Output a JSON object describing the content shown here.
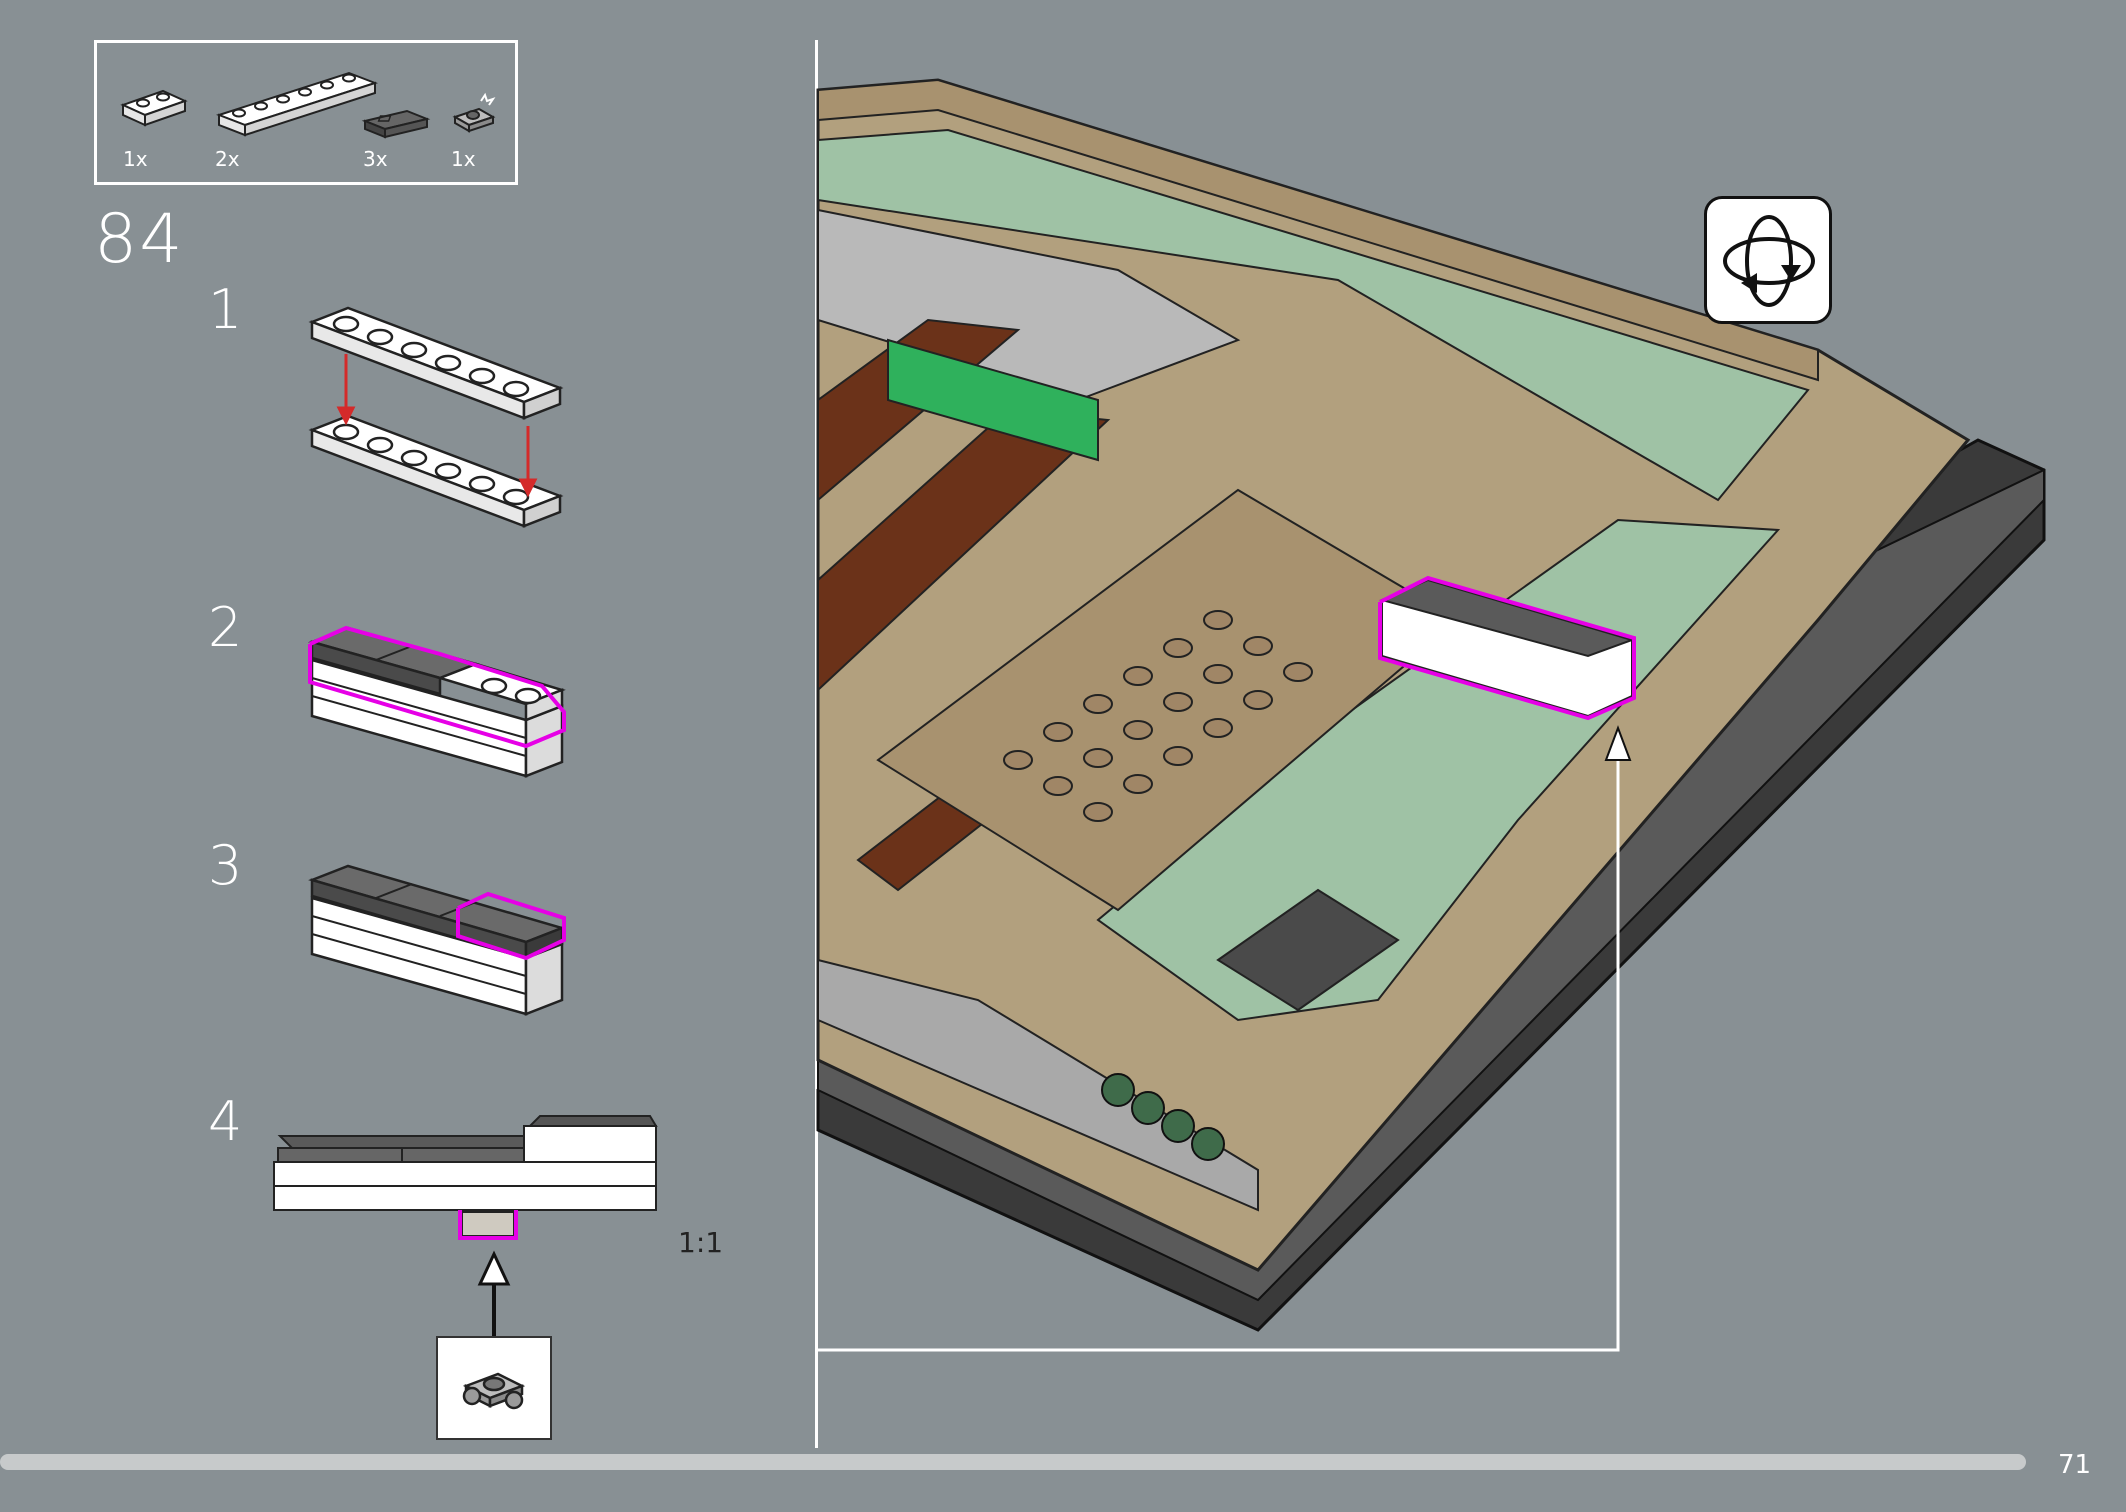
{
  "parts_list": {
    "items": [
      {
        "qty": "1x",
        "part": "white-plate-1x2-icon"
      },
      {
        "qty": "2x",
        "part": "white-plate-1x6-icon"
      },
      {
        "qty": "3x",
        "part": "dark-gray-tile-1x2-icon"
      },
      {
        "qty": "1x",
        "part": "plate-with-clip-icon"
      }
    ]
  },
  "step": {
    "number": "84"
  },
  "substeps": [
    {
      "number": "1"
    },
    {
      "number": "2"
    },
    {
      "number": "3"
    },
    {
      "number": "4"
    }
  ],
  "scale_label": "1:1",
  "page_number": "71",
  "colors": {
    "background": "#889094",
    "highlight": "#e600e6",
    "arrow": "#d42a2a",
    "tan": "#a8926f",
    "sand_green": "#9fc2a5",
    "reddish_brown": "#6b3219",
    "dark_gray": "#5a5a5a"
  }
}
